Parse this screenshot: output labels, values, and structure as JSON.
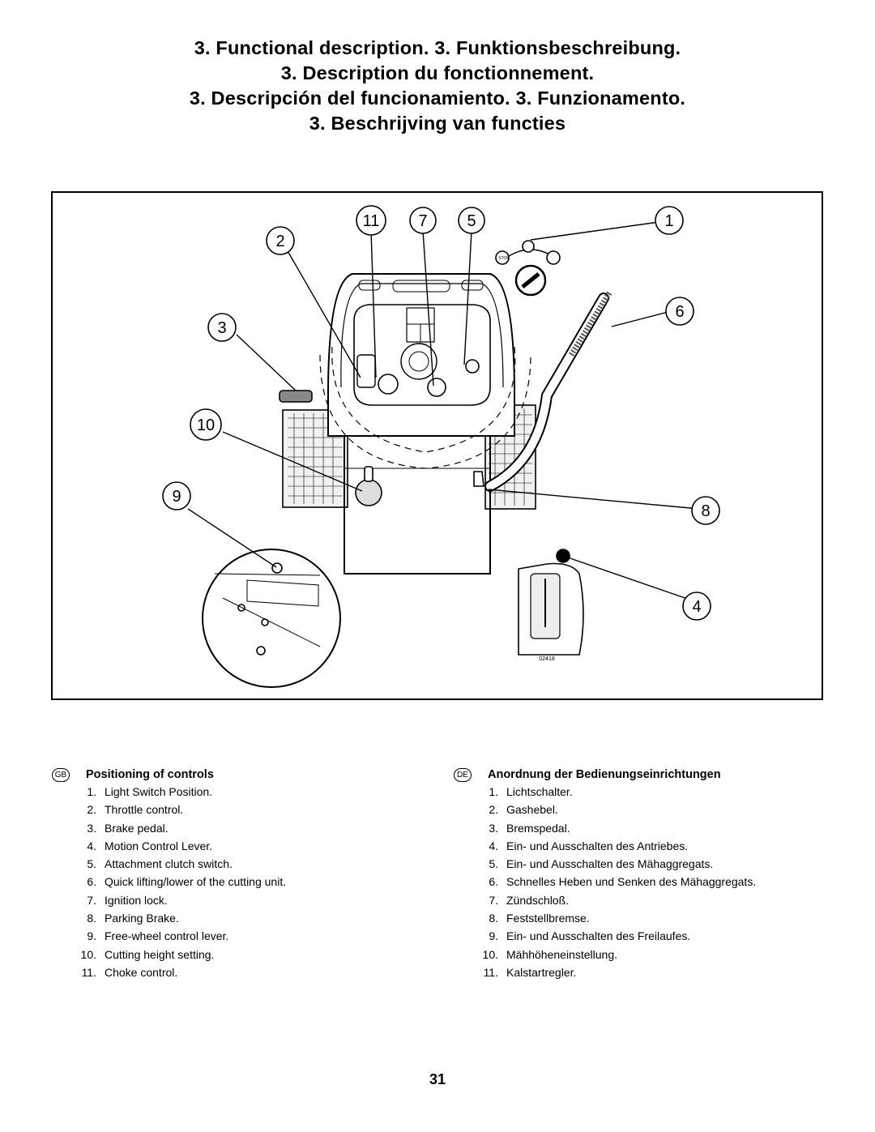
{
  "titles": [
    "3. Functional description.   3. Funktionsbeschreibung.",
    "3. Description du fonctionnement.",
    "3. Descripción del funcionamiento.   3. Funzionamento.",
    "3. Beschrijving van functies"
  ],
  "figure": {
    "callouts": [
      "11",
      "7",
      "5",
      "1",
      "2",
      "6",
      "3",
      "10",
      "9",
      "8",
      "4"
    ],
    "drawing_code": "02418",
    "stop_label": "STOP"
  },
  "legend_gb": {
    "badge": "GB",
    "title": "Positioning of controls",
    "items": [
      {
        "num": "1.",
        "text": "Light Switch Position."
      },
      {
        "num": "2.",
        "text": "Throttle control."
      },
      {
        "num": "3.",
        "text": "Brake pedal."
      },
      {
        "num": "4.",
        "text": "Motion Control Lever."
      },
      {
        "num": "5.",
        "text": "Attachment clutch switch."
      },
      {
        "num": "6.",
        "text": "Quick lifting/lower of the cutting unit."
      },
      {
        "num": "7.",
        "text": "Ignition lock."
      },
      {
        "num": "8.",
        "text": "Parking Brake."
      },
      {
        "num": "9.",
        "text": "Free-wheel control lever."
      },
      {
        "num": "10.",
        "text": "Cutting height setting."
      },
      {
        "num": "11.",
        "text": "Choke control."
      }
    ]
  },
  "legend_de": {
    "badge": "DE",
    "title": "Anordnung der Bedienungseinrichtungen",
    "items": [
      {
        "num": "1.",
        "text": "Lichtschalter."
      },
      {
        "num": "2.",
        "text": "Gashebel."
      },
      {
        "num": "3.",
        "text": "Bremspedal."
      },
      {
        "num": "4.",
        "text": "Ein- und Ausschalten des Antriebes."
      },
      {
        "num": "5.",
        "text": "Ein- und Ausschalten des Mähaggregats."
      },
      {
        "num": "6.",
        "text": "Schnelles Heben und Senken des Mähaggregats."
      },
      {
        "num": "7.",
        "text": "Zündschloß."
      },
      {
        "num": "8.",
        "text": "Feststellbremse."
      },
      {
        "num": "9.",
        "text": "Ein- und Ausschalten des Freilaufes."
      },
      {
        "num": "10.",
        "text": "Mähhöheneinstellung."
      },
      {
        "num": "11.",
        "text": "Kalstartregler."
      }
    ]
  },
  "page_number": "31"
}
